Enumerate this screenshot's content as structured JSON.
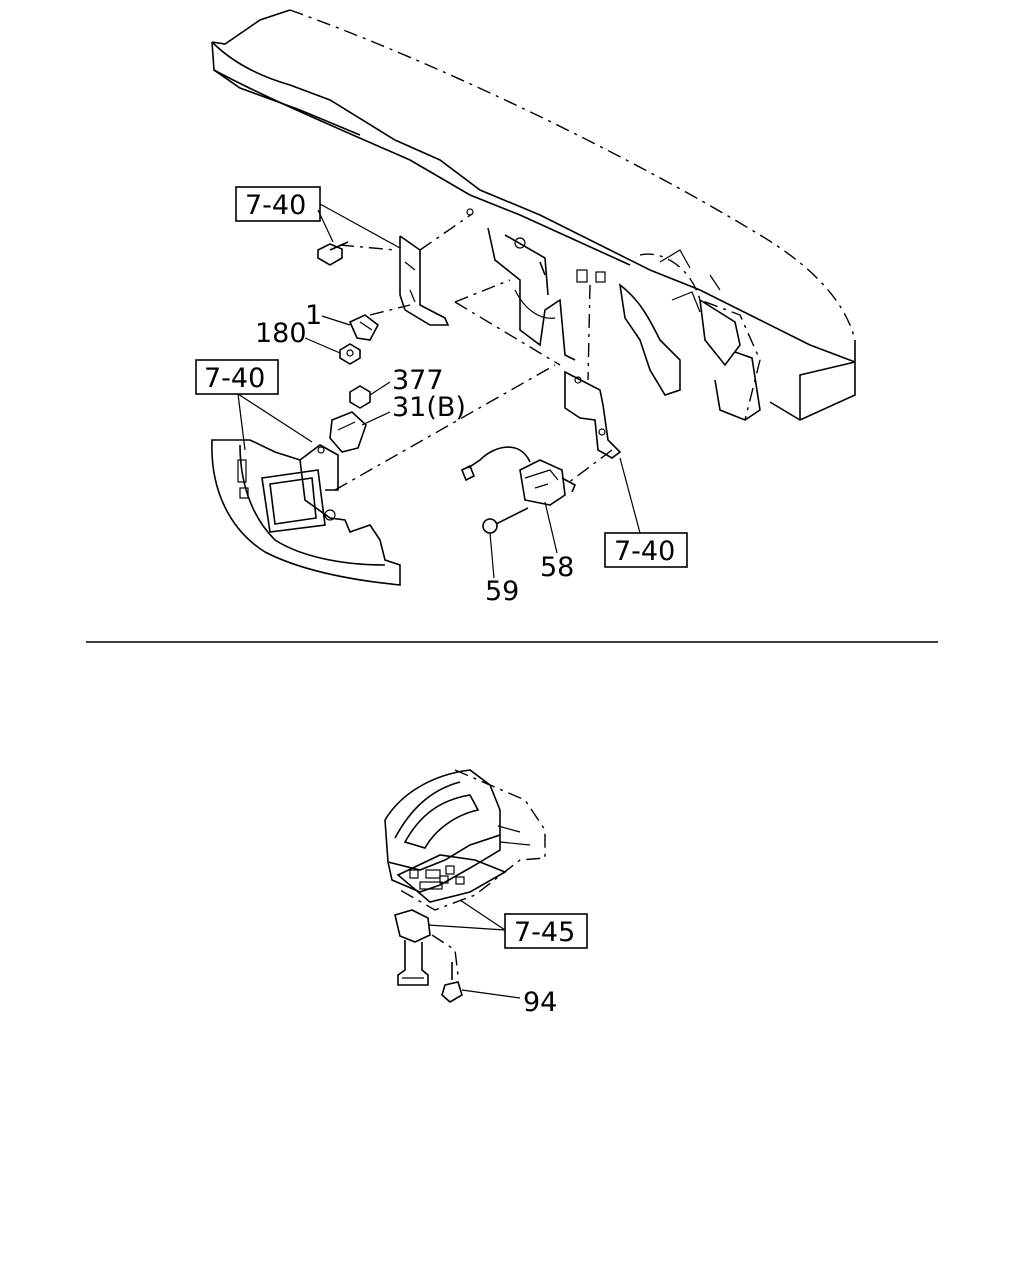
{
  "diagram": {
    "top_section": {
      "callouts": [
        "1",
        "180",
        "377",
        "31(B)",
        "58",
        "59"
      ],
      "references": [
        "7-40",
        "7-40",
        "7-40"
      ]
    },
    "bottom_section": {
      "callouts": [
        "94"
      ],
      "references": [
        "7-45"
      ]
    }
  }
}
